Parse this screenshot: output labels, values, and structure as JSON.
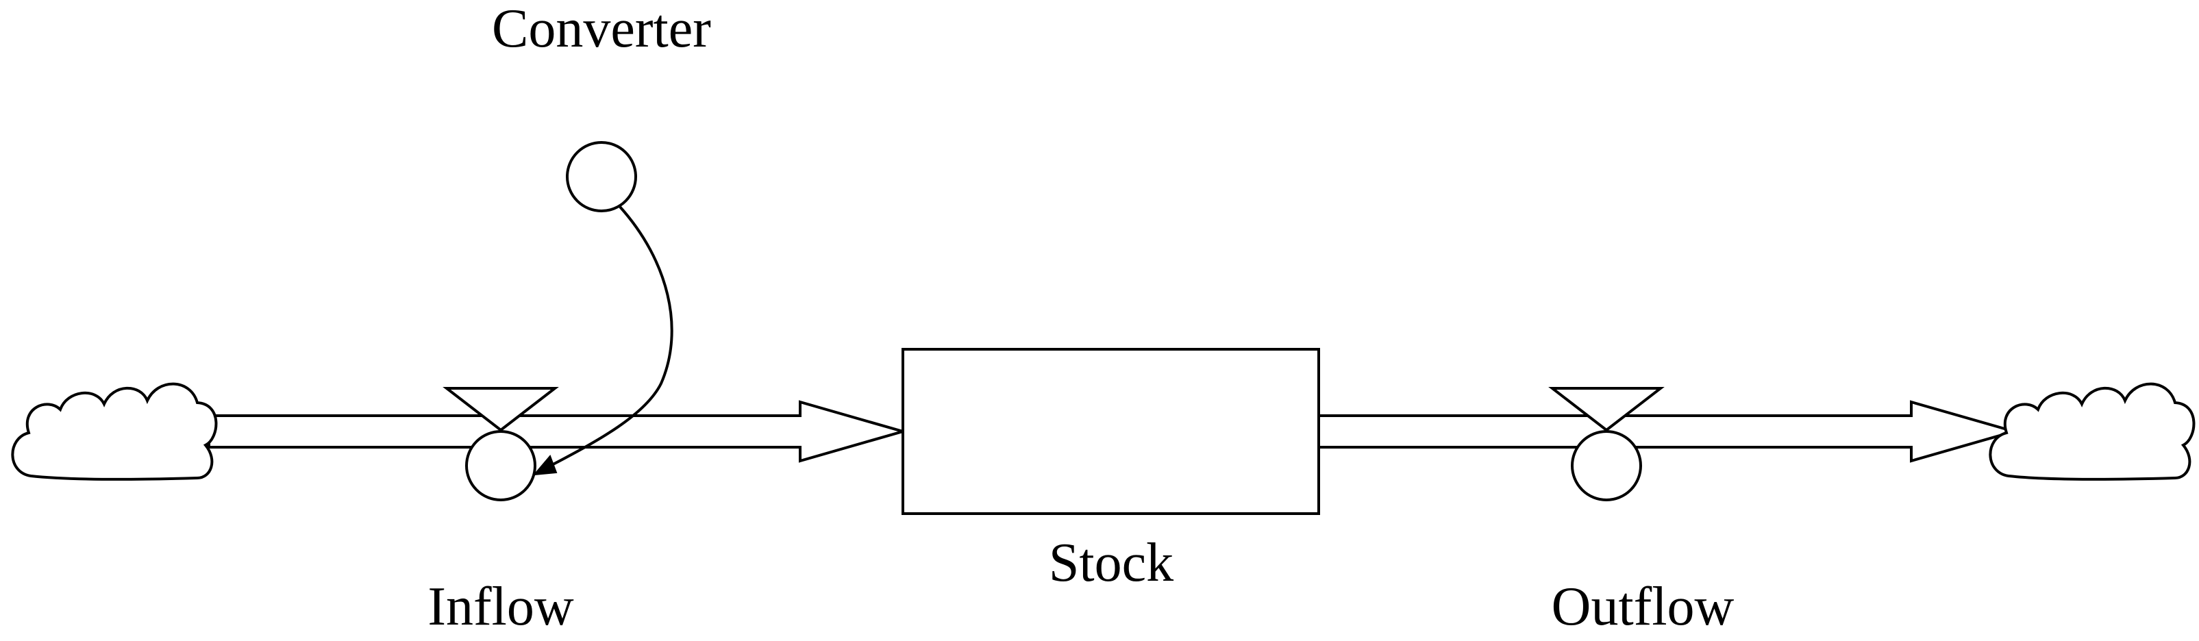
{
  "labels": {
    "converter": "Converter",
    "inflow": "Inflow",
    "stock": "Stock",
    "outflow": "Outflow"
  },
  "colors": {
    "stroke": "#000000",
    "fill": "#ffffff"
  },
  "icons": {
    "source": "cloud-icon",
    "sink": "cloud-icon",
    "inflow_valve": "valve-icon",
    "outflow_valve": "valve-icon",
    "converter": "circle-icon"
  }
}
